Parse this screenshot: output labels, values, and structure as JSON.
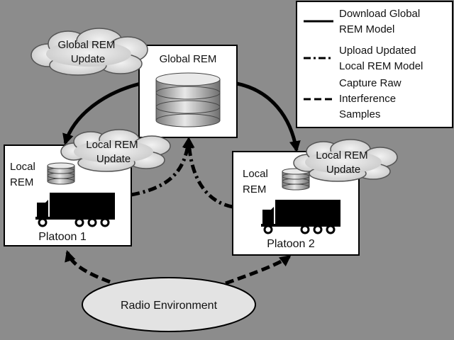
{
  "legend": {
    "download": [
      "Download Global",
      "REM Model"
    ],
    "upload": [
      "Upload Updated",
      "Local REM Model"
    ],
    "capture": [
      "Capture Raw",
      "Interference",
      "Samples"
    ]
  },
  "global_rem": {
    "title": "Global REM"
  },
  "global_update_cloud": [
    "Global REM",
    "Update"
  ],
  "platoon1": {
    "local_rem": [
      "Local",
      "REM"
    ],
    "cloud": [
      "Local REM",
      "Update"
    ],
    "label": "Platoon 1"
  },
  "platoon2": {
    "local_rem": [
      "Local",
      "REM"
    ],
    "cloud": [
      "Local REM",
      "Update"
    ],
    "label": "Platoon 2"
  },
  "radio_environment": {
    "label": "Radio Environment"
  },
  "colors": {
    "background": "#8c8c8c",
    "box_fill": "#ffffff",
    "cloud_fill": "#e6e6e6",
    "stroke": "#000000"
  }
}
